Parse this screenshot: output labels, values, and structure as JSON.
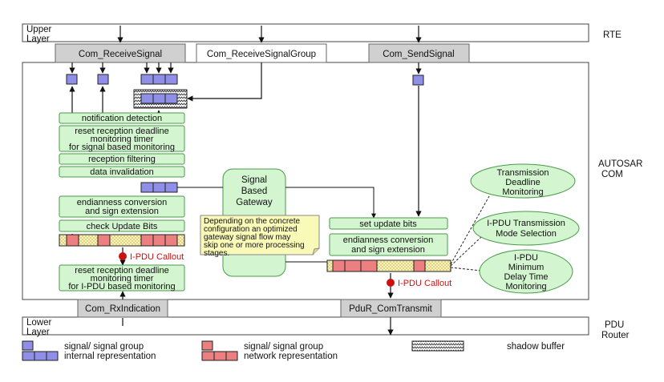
{
  "layers": {
    "upper": "Upper\nLayer",
    "lower": "Lower\nLayer",
    "rte": "RTE",
    "autosar_com": "AUTOSAR\nCOM",
    "pdu_router": "PDU\nRouter"
  },
  "apis": {
    "receive_signal": "Com_ReceiveSignal",
    "receive_signal_group": "Com_ReceiveSignalGroup",
    "send_signal": "Com_SendSignal",
    "rx_indication": "Com_RxIndication",
    "pdur_transmit": "PduR_ComTransmit"
  },
  "rx_steps": {
    "notification": "notification detection",
    "reset_signal": "reset reception deadline\nmonitoring timer\nfor signal based monitoring",
    "filtering": "reception filtering",
    "invalidation": "data invalidation",
    "endianness": "endianness conversion\nand sign extension",
    "check_update": "check Update Bits",
    "reset_ipdu": "reset reception deadline\nmonitoring timer\nfor I-PDU based monitoring"
  },
  "tx_steps": {
    "set_update": "set update bits",
    "endianness": "endianness conversion\nand sign extension"
  },
  "callouts": {
    "rx": "I-PDU Callout",
    "tx": "I-PDU Callout"
  },
  "gateway": {
    "label": "Signal\nBased\nGateway",
    "note": "Depending on the concrete\nconfiguration an optimized\ngateway signal flow may\nskip one or more processing\nstages."
  },
  "ellipses": {
    "deadline": "Transmission\nDeadline\nMonitoring",
    "mode": "I-PDU Transmission\nMode Selection",
    "delay": "I-PDU\nMinimum\nDelay Time\nMonitoring"
  },
  "legend": {
    "internal": "signal/ signal group\ninternal representation",
    "network": "signal/ signal group\nnetwork representation",
    "shadow": "shadow buffer"
  },
  "colors": {
    "internal": "#8f8fe8",
    "network": "#ec7f7f",
    "step_fill": "#d3f5cf",
    "step_stroke": "#4a9a4a",
    "ellipse_fill": "#d3f5cf",
    "note_fill": "#fafab8",
    "callout": "#cc1111",
    "bar_grey": "#d0d0d0"
  }
}
